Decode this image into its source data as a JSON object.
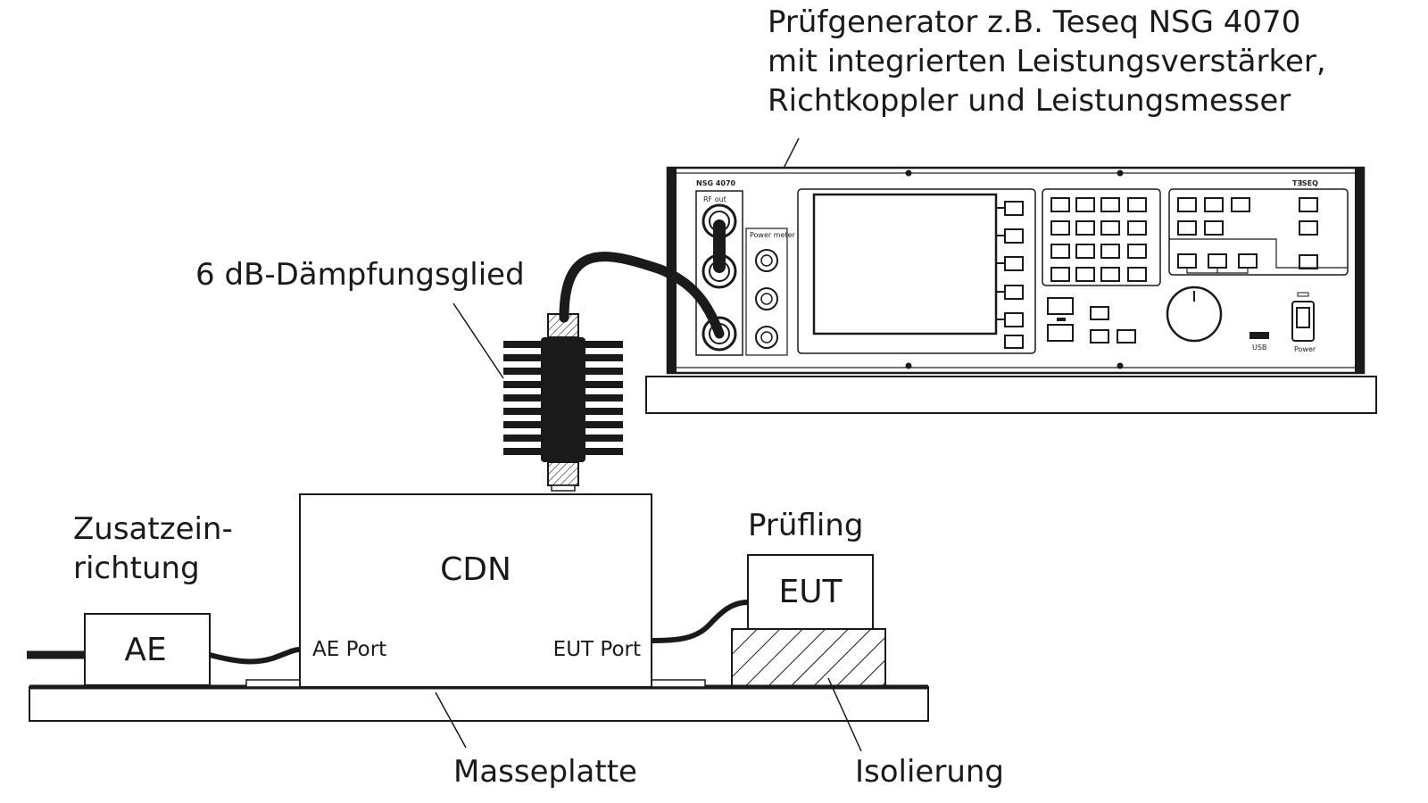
{
  "labels": {
    "generator_line1": "Prüfgenerator z.B. Teseq NSG 4070",
    "generator_line2": "mit integrierten Leistungsverstärker,",
    "generator_line3": "Richtkoppler und Leistungsmesser",
    "attenuator": "6 dB-Dämpfungsglied",
    "ae_line1": "Zusatzein-",
    "ae_line2": "richtung",
    "ae_box": "AE",
    "cdn_box": "CDN",
    "ae_port": "AE Port",
    "eut_port": "EUT Port",
    "pruefling": "Prüfling",
    "eut_box": "EUT",
    "masseplatte": "Masseplatte",
    "isolierung": "Isolierung"
  },
  "device": {
    "model": "NSG 4070",
    "brand": "T∃SEQ",
    "rf_out": "RF out",
    "power_meter": "Power meter",
    "usb": "USB",
    "power": "Power"
  },
  "colors": {
    "ink": "#1a1a1a",
    "background": "#ffffff"
  }
}
